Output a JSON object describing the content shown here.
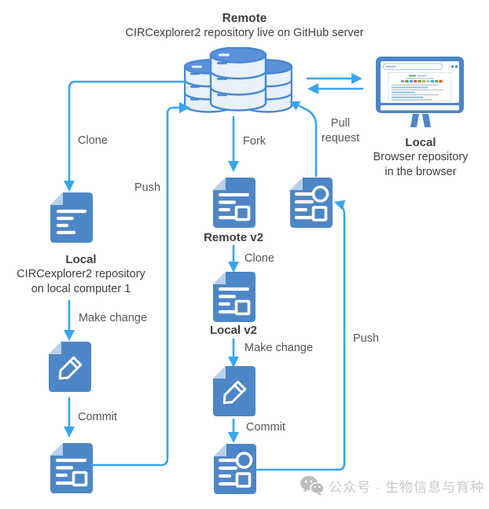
{
  "header": {
    "title": "Remote",
    "subtitle": "CIRCexplorer2 repository live on GitHub server"
  },
  "nodes": {
    "remote_db": {
      "icon": "database-stack-icon"
    },
    "browser": {
      "icon": "monitor-browser-icon",
      "title": "Local",
      "line1": "Browser repository",
      "line2": "in the browser"
    },
    "local1": {
      "icon": "document-icon",
      "title": "Local",
      "line1": "CIRCexplorer2 repository",
      "line2": "on local computer 1"
    },
    "remote_v2": {
      "icon": "document-box-icon",
      "title": "Remote v2"
    },
    "local_v2": {
      "icon": "document-box-icon",
      "title": "Local v2"
    },
    "edit_left": {
      "icon": "pencil-document-icon"
    },
    "commit_left": {
      "icon": "document-box-icon"
    },
    "edit_mid": {
      "icon": "pencil-document-icon"
    },
    "commit_mid": {
      "icon": "commit-document-icon"
    },
    "pull_request_doc": {
      "icon": "commit-document-icon"
    }
  },
  "edges": {
    "clone_left": "Clone",
    "push_left": "Push",
    "fork": "Fork",
    "pull_request_line1": "Pull",
    "pull_request_line2": "request",
    "clone_mid": "Clone",
    "make_change_left": "Make change",
    "commit_left": "Commit",
    "make_change_mid": "Make change",
    "commit_mid": "Commit",
    "push_right": "Push"
  },
  "watermark": {
    "icon": "wechat-icon",
    "text": "公众号 · 生物信息与育种"
  },
  "colors": {
    "accent": "#38A5F0",
    "doc-blue": "#4D86C6",
    "doc-fold": "#B9CFEA",
    "db-stroke": "#4788D3",
    "db-fill": "#E7F0FB",
    "db-top": "#5B91D8",
    "title-text": "#414042",
    "label-text": "#55565A",
    "watermark-text": "#C9C9C9"
  }
}
